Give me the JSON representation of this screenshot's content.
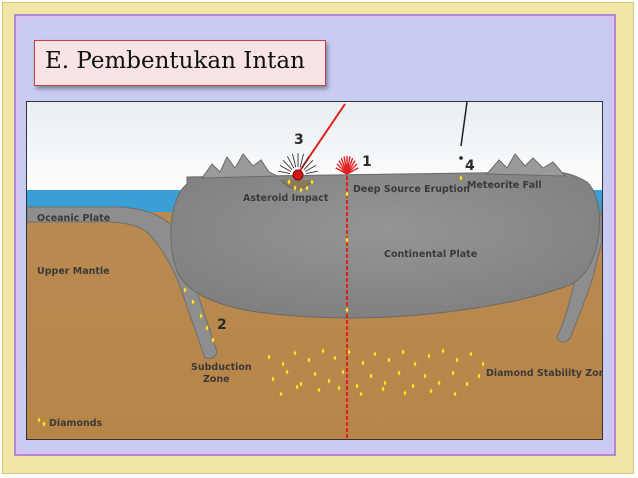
{
  "slide": {
    "title": "E. Pembentukan Intan"
  },
  "diagram": {
    "labels": {
      "oceanic_plate": "Oceanic Plate",
      "upper_mantle": "Upper Mantle",
      "continental_plate": "Continental Plate",
      "asteroid_impact": "Asteroid Impact",
      "deep_source_eruption": "Deep Source Eruption",
      "meteorite_fall": "Meteorite Fall",
      "subduction_zone_line1": "Subduction",
      "subduction_zone_line2": "Zone",
      "diamond_stability_zone": "Diamond Stability Zone",
      "legend_diamonds": "Diamonds"
    },
    "markers": {
      "deep_source": "1",
      "subduction": "2",
      "asteroid": "3",
      "meteorite": "4"
    },
    "colors": {
      "sky": "#ffffff",
      "ocean": "#3a9fd6",
      "plate": "#8a8a8a",
      "mantle": "#b88a52",
      "diamond": "#ffe23a",
      "eruption": "#e02020"
    }
  }
}
